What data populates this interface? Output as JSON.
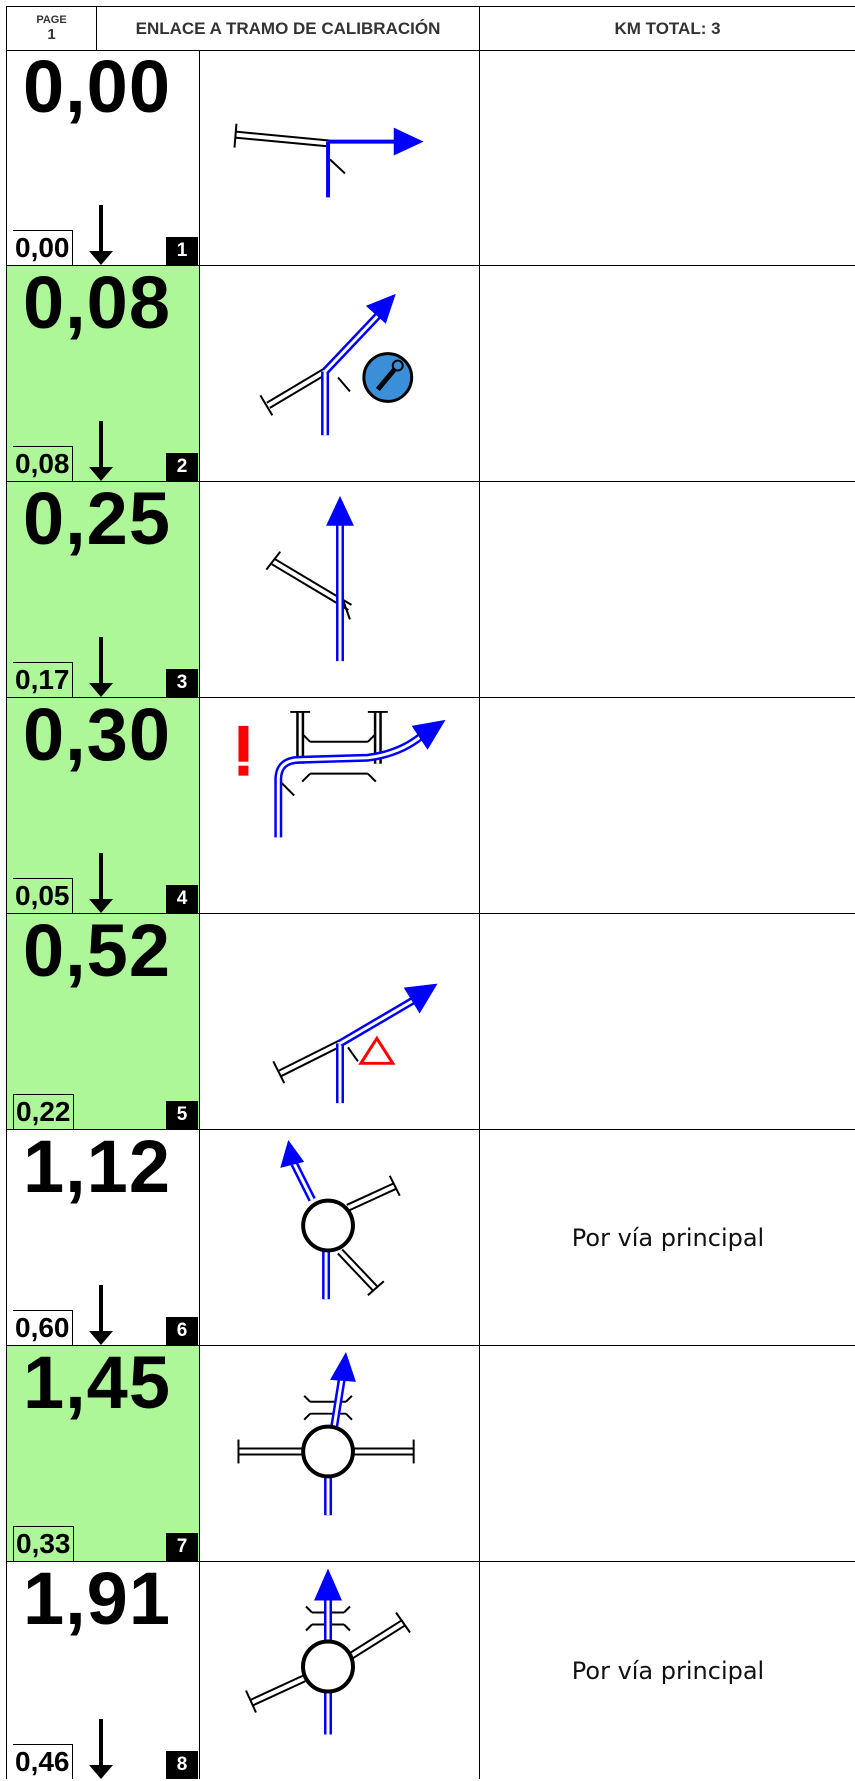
{
  "header": {
    "page_label": "PAGE",
    "page_number": "1",
    "title": "ENLACE A TRAMO DE CALIBRACIÓN",
    "km_total": "KM TOTAL: 3"
  },
  "colors": {
    "highlight": "#aef799",
    "route": "#0000ff",
    "alert": "#ff0000",
    "service": "#3b8ed8"
  },
  "rows": [
    {
      "km": "0,00",
      "partial": "0,00",
      "number": "1",
      "note": "",
      "icon": "junction-t-right-icon"
    },
    {
      "km": "0,08",
      "partial": "0,08",
      "number": "2",
      "note": "",
      "icon": "fork-right-service-icon"
    },
    {
      "km": "0,25",
      "partial": "0,17",
      "number": "3",
      "note": "",
      "icon": "straight-crossing-icon"
    },
    {
      "km": "0,30",
      "partial": "0,05",
      "number": "4",
      "note": "",
      "icon": "bridge-curve-danger-icon"
    },
    {
      "km": "0,52",
      "partial": "0,22",
      "number": "5",
      "note": "",
      "icon": "fork-right-warning-icon"
    },
    {
      "km": "1,12",
      "partial": "0,60",
      "number": "6",
      "note": "Por vía principal",
      "icon": "roundabout-three-exit-icon"
    },
    {
      "km": "1,45",
      "partial": "0,33",
      "number": "7",
      "note": "",
      "icon": "roundabout-four-bridge-icon"
    },
    {
      "km": "1,91",
      "partial": "0,46",
      "number": "8",
      "note": "Por vía principal",
      "icon": "roundabout-bridge-icon"
    }
  ]
}
